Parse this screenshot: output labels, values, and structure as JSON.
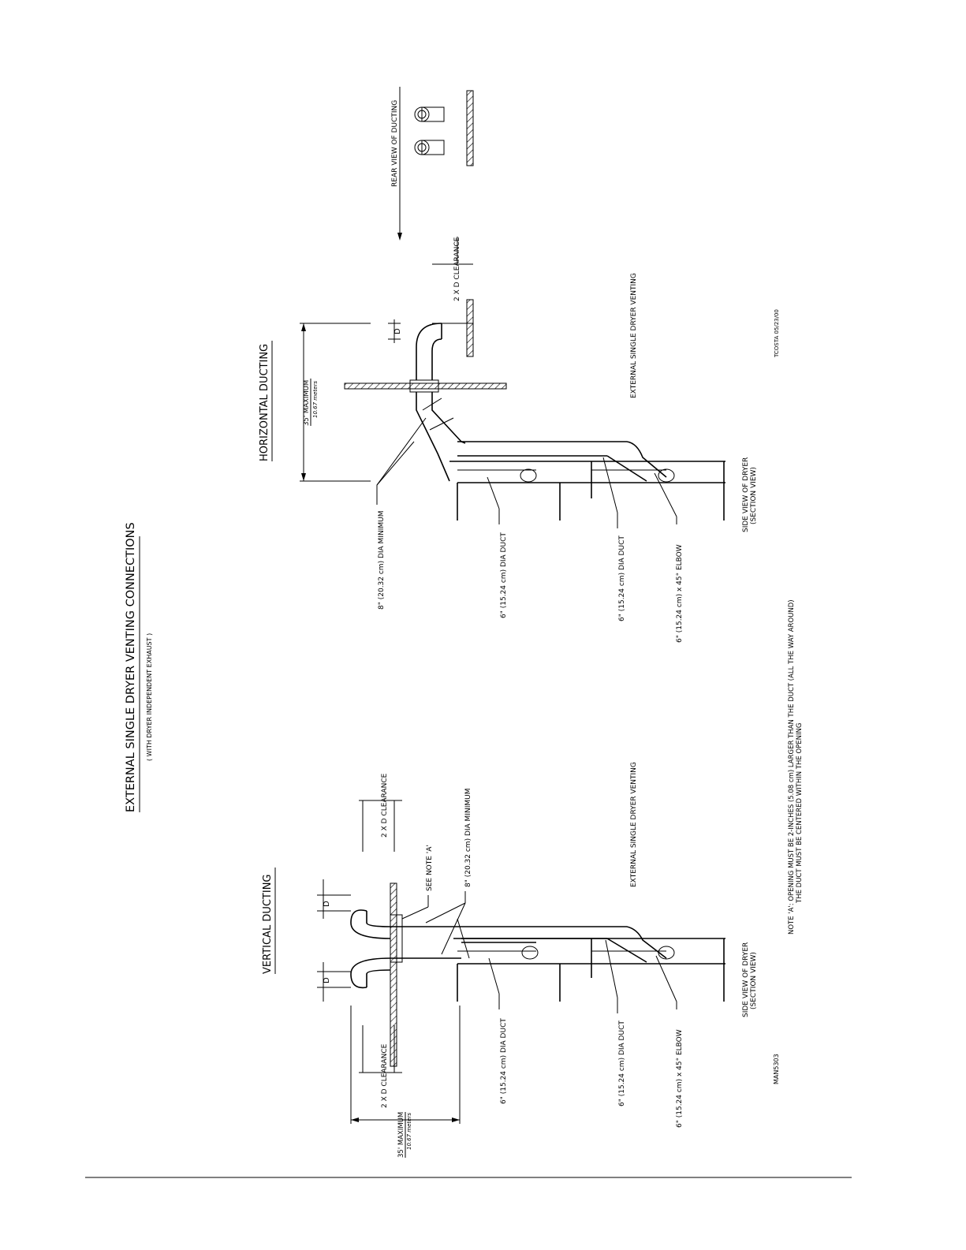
{
  "title": "EXTERNAL SINGLE DRYER VENTING CONNECTIONS",
  "subtitle": "( WITH DRYER INDEPENDENT EXHAUST )",
  "drawing_number": "MAN5303",
  "author_date": "TCOSTA 05/23/00",
  "note_a_line1": "NOTE 'A': OPENING MUST BE 2-INCHES (5.08 cm) LARGER THAN THE DUCT (ALL THE WAY AROUND)",
  "note_a_line2": "THE DUCT MUST BE CENTERED WITHIN THE OPENING",
  "vertical": {
    "heading": "VERTICAL DUCTING",
    "caption": "EXTERNAL SINGLE DRYER VENTING",
    "side_view_1": "SIDE VIEW OF DRYER",
    "side_view_2": "(SECTION VIEW)",
    "max_length": "35' MAXIMUM",
    "max_meters": "10.67 meters",
    "clearance_left": "2 X D CLEARANCE",
    "clearance_right": "2 X D CLEARANCE",
    "d_left": "D",
    "d_right": "D",
    "see_note": "SEE NOTE 'A'",
    "label_8in": "8\" (20.32 cm) DIA MINIMUM",
    "label_6in_duct_1": "6\" (15.24 cm) DIA DUCT",
    "label_6in_duct_2": "6\" (15.24 cm) DIA DUCT",
    "label_elbow": "6\" (15.24 cm) x 45° ELBOW"
  },
  "horizontal": {
    "heading": "HORIZONTAL DUCTING",
    "caption": "EXTERNAL SINGLE DRYER VENTING",
    "side_view_1": "SIDE VIEW OF DRYER",
    "side_view_2": "(SECTION VIEW)",
    "max_length": "35' MAXIMUM",
    "max_meters": "10.67 meters",
    "clearance": "2 X D CLEARANCE",
    "d_label": "D",
    "label_8in": "8\" (20.32 cm) DIA MINIMUM",
    "label_6in_duct_1": "6\" (15.24 cm) DIA DUCT",
    "label_6in_duct_2": "6\" (15.24 cm) DIA DUCT",
    "label_elbow": "6\" (15.24 cm) x 45° ELBOW",
    "rear_view": "REAR VIEW OF DUCTING"
  }
}
